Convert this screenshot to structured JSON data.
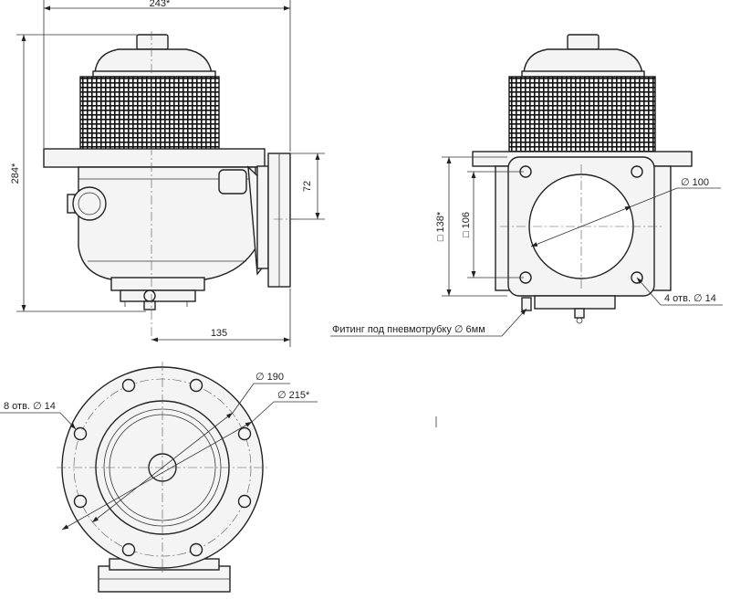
{
  "front_view": {
    "dim_width": "243*",
    "dim_height": "284*",
    "dim_flange_height": "72",
    "dim_axis_offset": "135"
  },
  "side_view": {
    "dim_outer_square": "□ 138*",
    "dim_inner_square": "□ 106",
    "dim_bore": "∅ 100",
    "holes_label": "4 отв. ∅ 14",
    "fitting_label": "Фитинг под пневмотрубку ∅ 6мм"
  },
  "bottom_view": {
    "holes_label": "8 отв. ∅ 14",
    "dim_bolt_circle": "∅ 190",
    "dim_outer_diameter": "∅ 215*"
  }
}
